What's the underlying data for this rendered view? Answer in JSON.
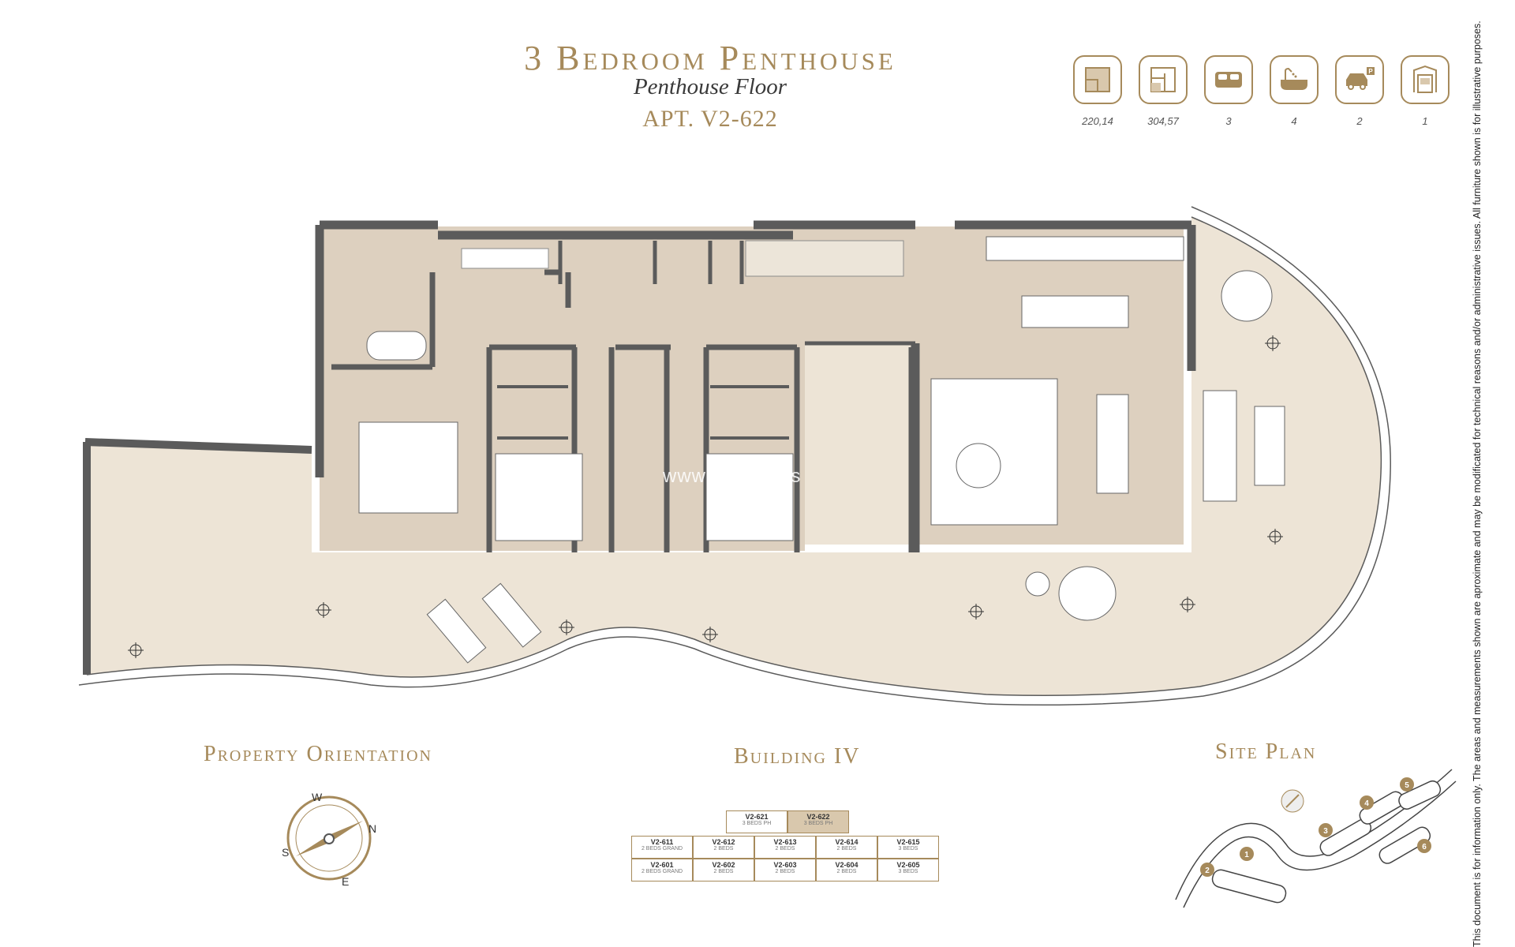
{
  "header": {
    "title": "3 Bedroom Penthouse",
    "subtitle": "Penthouse Floor",
    "apartment": "APT. V2-622"
  },
  "specs": [
    {
      "icon": "built-area-icon",
      "value": "220,14"
    },
    {
      "icon": "total-area-icon",
      "value": "304,57"
    },
    {
      "icon": "bed-icon",
      "value": "3"
    },
    {
      "icon": "bathtub-icon",
      "value": "4"
    },
    {
      "icon": "parking-icon",
      "value": "2"
    },
    {
      "icon": "storage-icon",
      "value": "1"
    }
  ],
  "watermark": "www.habitat.es",
  "sections": {
    "orientation": "Property Orientation",
    "building": "Building IV",
    "site_plan": "Site Plan"
  },
  "compass": {
    "n": "N",
    "s": "S",
    "e": "E",
    "w": "W"
  },
  "building_grid": {
    "top_row": [
      {
        "unit": "V2-621",
        "type": "3 BEDS PH",
        "highlight": false
      },
      {
        "unit": "V2-622",
        "type": "3 BEDS PH",
        "highlight": true
      }
    ],
    "row_2": [
      {
        "unit": "V2-611",
        "type": "2 BEDS GRAND"
      },
      {
        "unit": "V2-612",
        "type": "2 BEDS"
      },
      {
        "unit": "V2-613",
        "type": "2 BEDS"
      },
      {
        "unit": "V2-614",
        "type": "2 BEDS"
      },
      {
        "unit": "V2-615",
        "type": "3 BEDS"
      }
    ],
    "row_1": [
      {
        "unit": "V2-601",
        "type": "2 BEDS GRAND"
      },
      {
        "unit": "V2-602",
        "type": "2 BEDS"
      },
      {
        "unit": "V2-603",
        "type": "2 BEDS"
      },
      {
        "unit": "V2-604",
        "type": "2 BEDS"
      },
      {
        "unit": "V2-605",
        "type": "3 BEDS"
      }
    ]
  },
  "site_plan_markers": [
    "1",
    "2",
    "3",
    "4",
    "5",
    "6"
  ],
  "disclaimer": "This document is for information only. The areas and measurements shown are aproximate and may be modificated for technical reasons and/or administrative issues. All furniture shown is for illustrative purposes.",
  "colors": {
    "accent": "#a68a5b",
    "interior": "#ddd0bf",
    "terrace": "#ede4d6",
    "walls": "#5b5b5b"
  }
}
